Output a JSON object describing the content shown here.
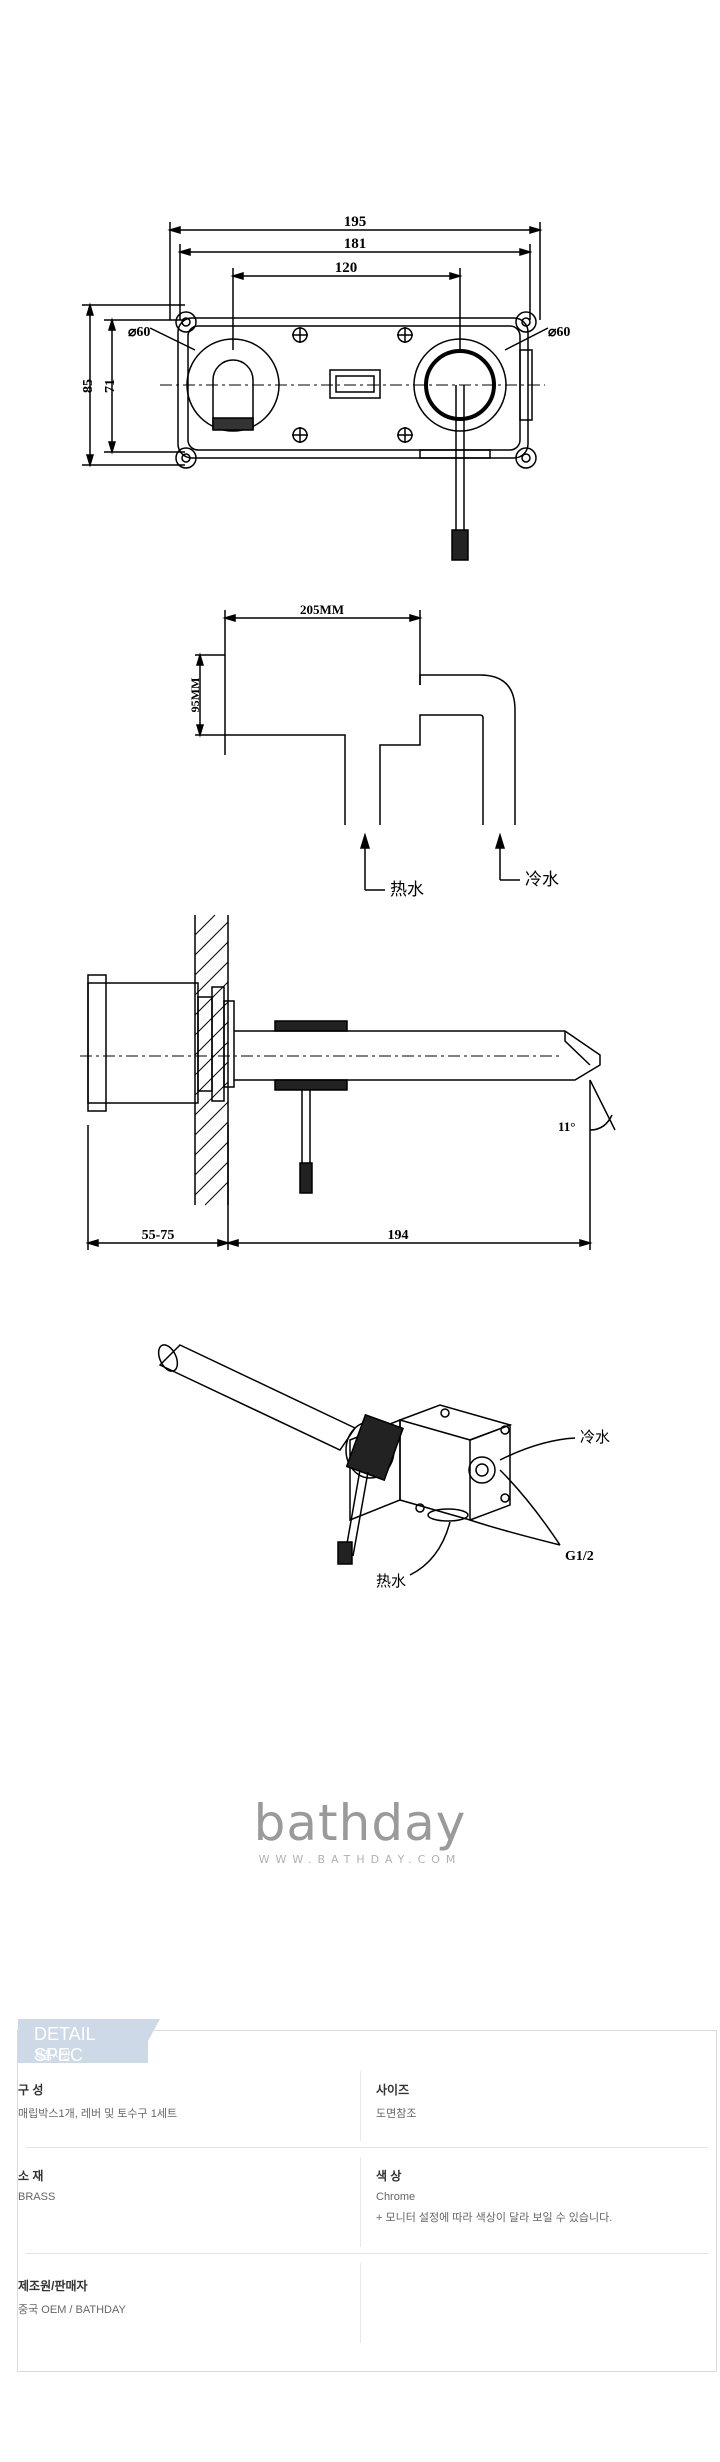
{
  "drawing_top": {
    "dim_195": "195",
    "dim_181": "181",
    "dim_120": "120",
    "dim_85": "85",
    "dim_71": "71",
    "dia_left": "⌀60",
    "dia_right": "⌀60"
  },
  "drawing_side": {
    "dim_205": "205MM",
    "dim_95": "95MM",
    "hot_label": "热水",
    "cold_label": "冷水"
  },
  "drawing_section": {
    "dim_55_75": "55-75",
    "dim_194": "194",
    "angle": "11°"
  },
  "drawing_iso": {
    "cold_label": "冷水",
    "hot_label": "热水",
    "thread_label": "G1/2"
  },
  "logo": {
    "word": "bathday",
    "url": "WWW.BATHDAY.COM"
  },
  "spec": {
    "title": "DETAIL SPEC",
    "subtitle": "제품사양",
    "rows": [
      {
        "left": {
          "label": "구 성",
          "value": "매립박스1개, 레버 및 토수구 1세트"
        },
        "right": {
          "label": "사이즈",
          "value": "도면참조"
        }
      },
      {
        "left": {
          "label": "소 재",
          "value": "BRASS"
        },
        "right": {
          "label": "색 상",
          "value": "Chrome",
          "note": "+ 모니터 설정에 따라 색상이 달라 보일 수 있습니다."
        }
      },
      {
        "left": {
          "label": "제조원/판매자",
          "value": "중국 OEM / BATHDAY"
        },
        "right": {
          "label": "",
          "value": ""
        }
      }
    ]
  }
}
